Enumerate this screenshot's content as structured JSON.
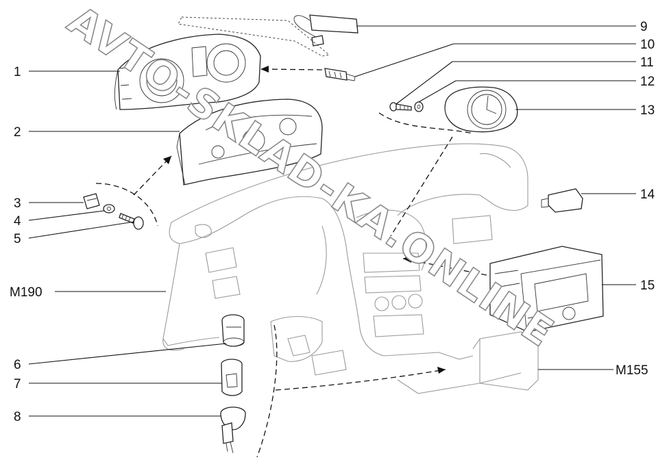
{
  "watermark": "AVTO-SKLAD-KA.ONLINE",
  "callouts": [
    {
      "id": "1",
      "label": "1"
    },
    {
      "id": "2",
      "label": "2"
    },
    {
      "id": "3",
      "label": "3"
    },
    {
      "id": "4",
      "label": "4"
    },
    {
      "id": "5",
      "label": "5"
    },
    {
      "id": "M190",
      "label": "M190"
    },
    {
      "id": "6",
      "label": "6"
    },
    {
      "id": "7",
      "label": "7"
    },
    {
      "id": "8",
      "label": "8"
    },
    {
      "id": "9",
      "label": "9"
    },
    {
      "id": "10",
      "label": "10"
    },
    {
      "id": "11",
      "label": "11"
    },
    {
      "id": "12",
      "label": "12"
    },
    {
      "id": "13",
      "label": "13"
    },
    {
      "id": "14",
      "label": "14"
    },
    {
      "id": "15",
      "label": "15"
    },
    {
      "id": "M155",
      "label": "M155"
    }
  ],
  "colors": {
    "ink": "#111111",
    "watermark_outline": "#8a8a8a",
    "background": "#ffffff"
  }
}
